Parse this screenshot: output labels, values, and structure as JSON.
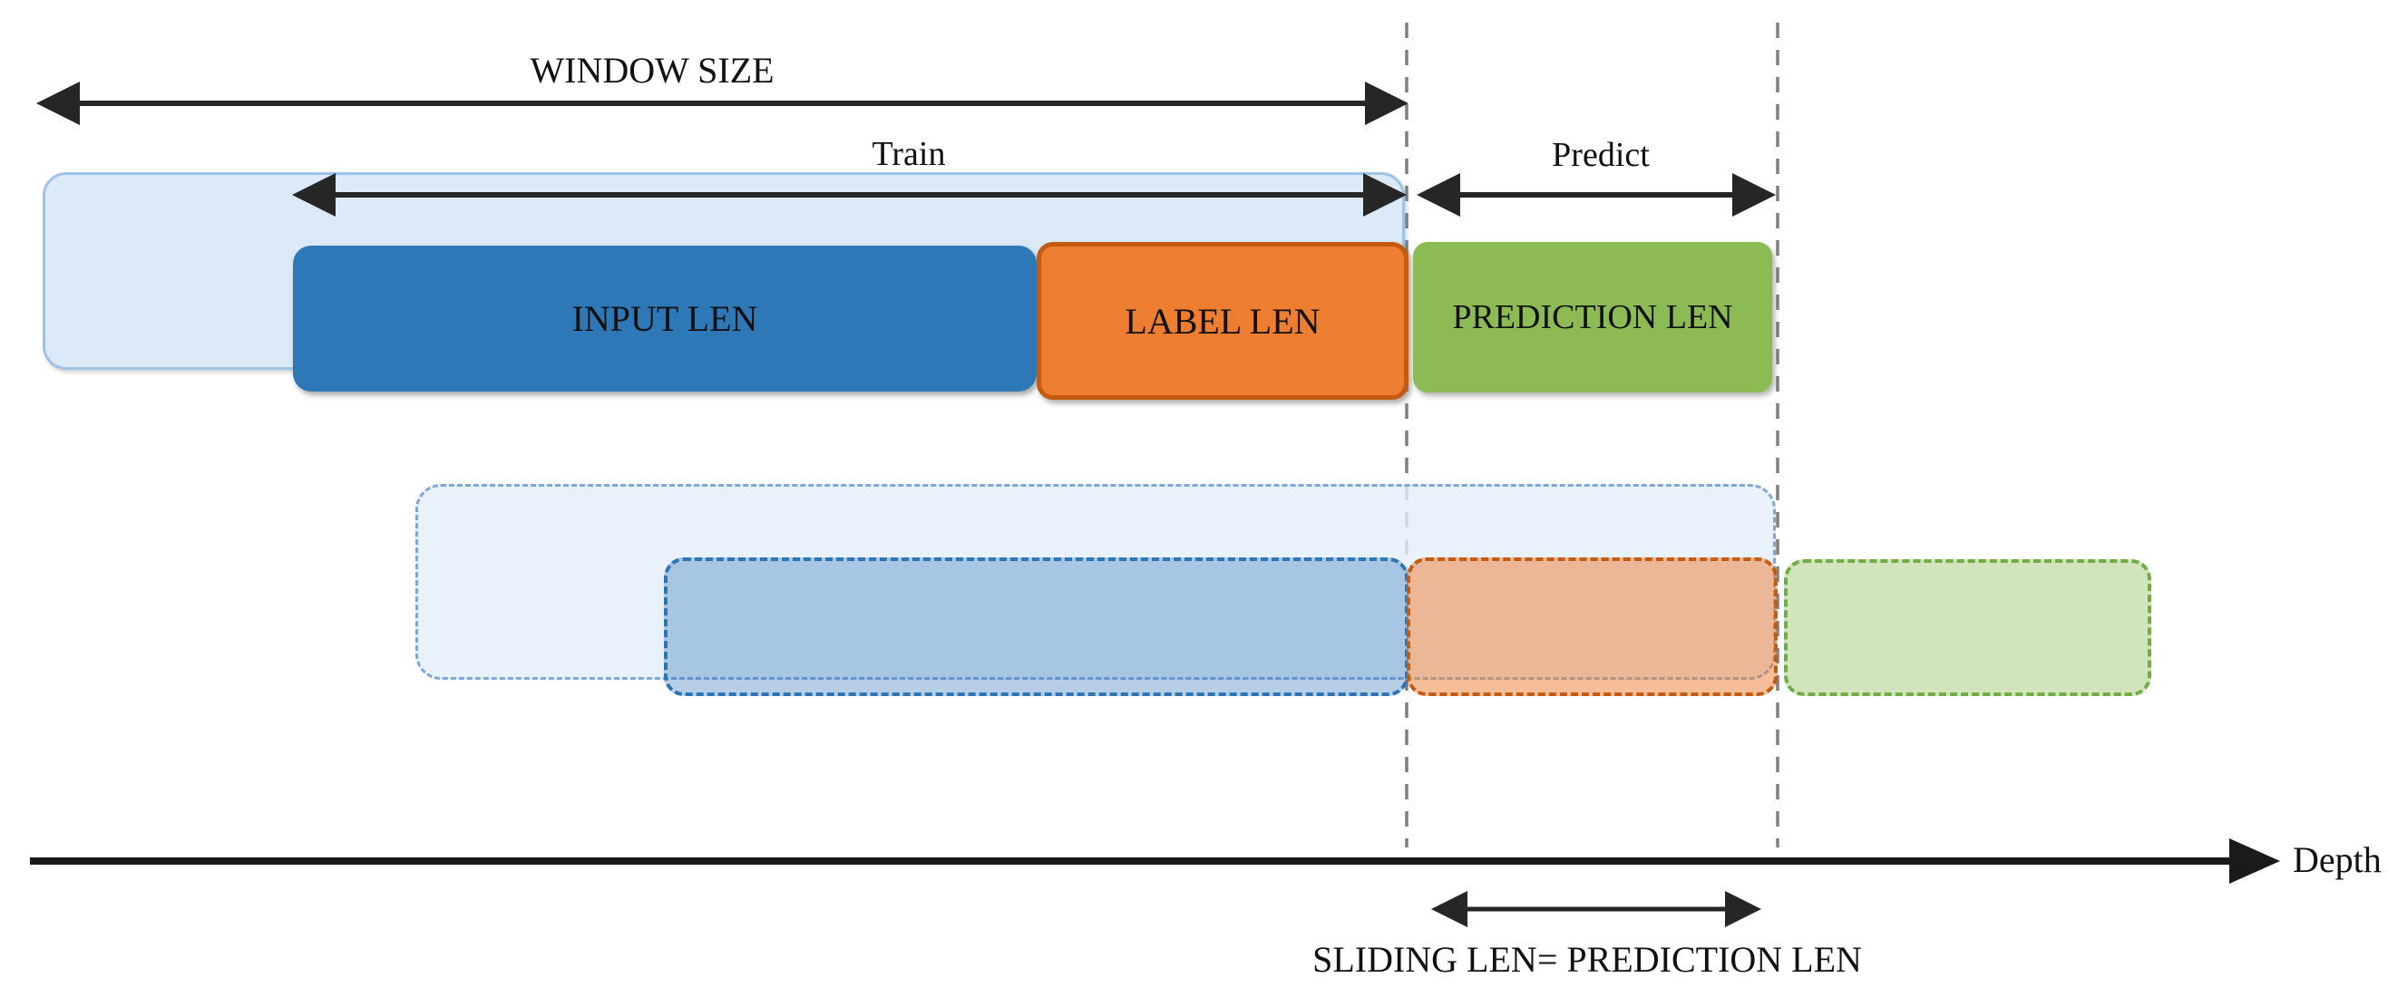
{
  "diagram": {
    "title_annotations": {
      "window_size": "WINDOW SIZE",
      "train": "Train",
      "predict": "Predict"
    },
    "window_boxes": {
      "input": "INPUT LEN",
      "label": "LABEL LEN",
      "prediction": "PREDICTION LEN"
    },
    "axis": {
      "label": "Depth"
    },
    "sliding": {
      "label": "SLIDING LEN= PREDICTION LEN"
    },
    "colors": {
      "input_blue": "#2E78B8",
      "label_orange_fill": "#ED7D31",
      "label_orange_border": "#C55A11",
      "prediction_green": "#8CBB55",
      "window_fill": "#DCE9F6",
      "window_border": "#9DC3E6",
      "slid_window_fill": "#EFF4FB",
      "slid_window_border": "#7FA8D9",
      "slid_input_fill": "#B5CFE5",
      "slid_input_border": "#2E75B6",
      "slid_label_fill": "#E7A37A",
      "slid_label_border": "#C55A11",
      "slid_prediction_fill": "#D2E4BB",
      "slid_prediction_border": "#70AD47",
      "guide_line_grey": "#7F7F7F",
      "arrow_black": "#262626"
    }
  }
}
